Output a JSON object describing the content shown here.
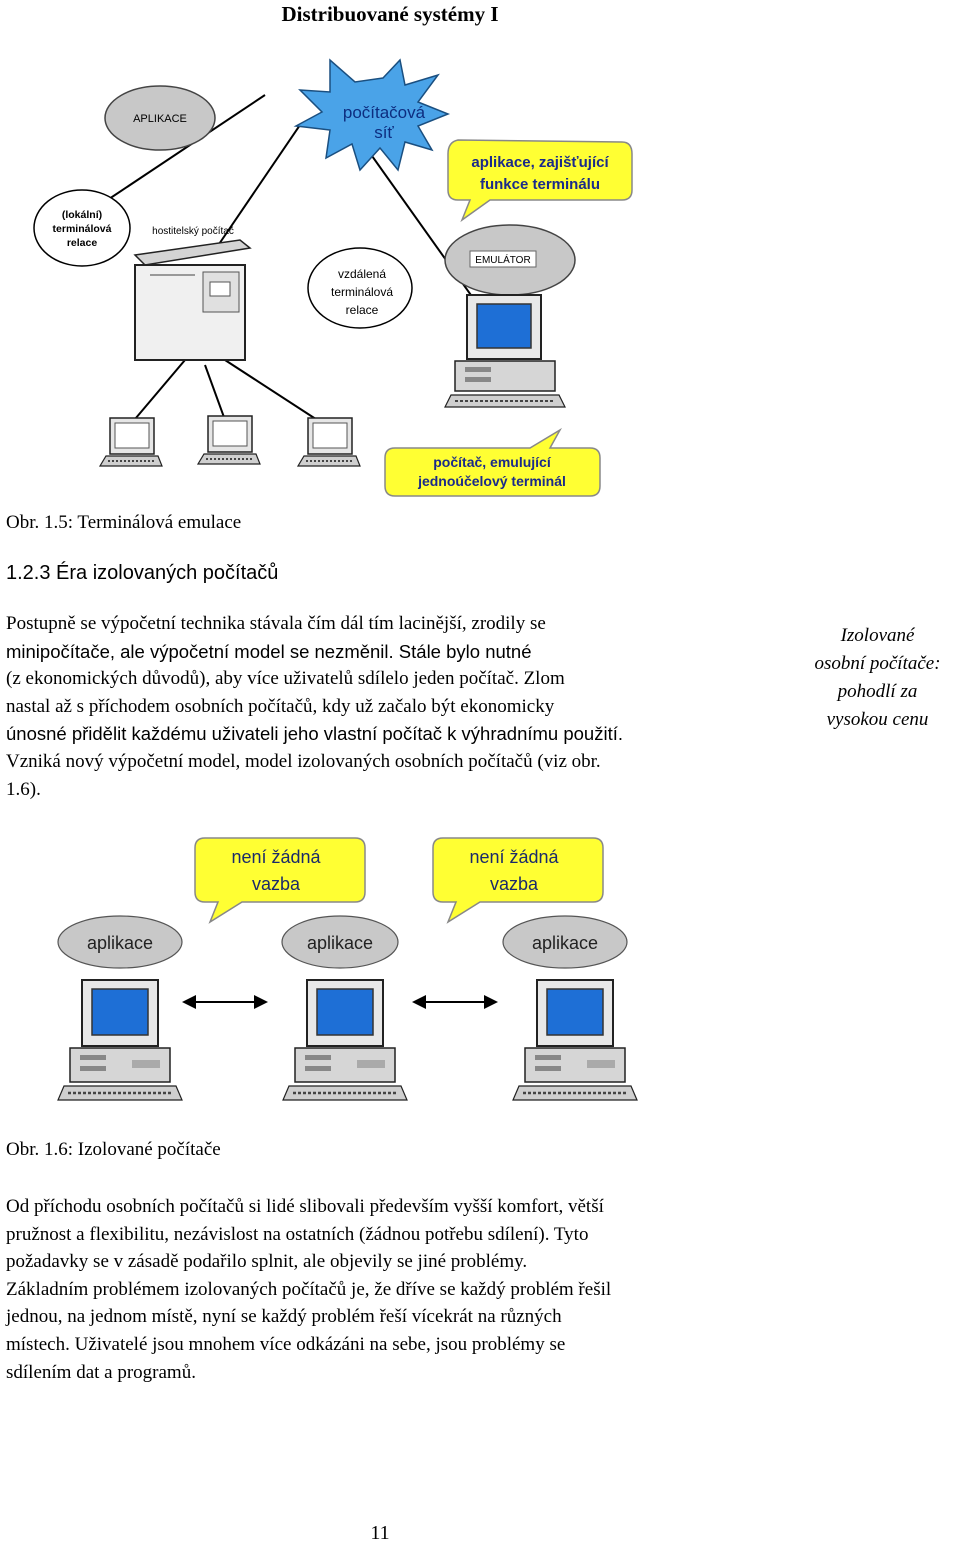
{
  "header": {
    "title": "Distribuované systémy I"
  },
  "figure1": {
    "labels": {
      "network": [
        "počítačová",
        "síť"
      ],
      "application": "APLIKACE",
      "local_session": [
        "(lokální)",
        "terminálová",
        "relace"
      ],
      "host_computer": "hostitelský počítač",
      "remote_session": [
        "vzdálená",
        "terminálová",
        "relace"
      ],
      "app_functions": [
        "aplikace, zajišťující",
        "funkce terminálu"
      ],
      "emulator": "EMULÁTOR",
      "emulating_pc": [
        "počítač, emulující",
        "jednoúčelový terminál"
      ]
    },
    "caption": "Obr. 1.5: Terminálová emulace"
  },
  "section": {
    "heading": "1.2.3   Éra izolovaných počítačů",
    "paragraph_lines": [
      "Postupně se výpočetní technika stávala čím dál tím lacinější, zrodily se",
      "minipočítače, ale výpočetní model se nezměnil. Stále bylo nutné",
      "(z ekonomických důvodů), aby více uživatelů sdílelo jeden počítač. Zlom",
      "nastal až s příchodem osobních počítačů, kdy už začalo být ekonomicky",
      "únosné přidělit každému uživateli jeho vlastní počítač k výhradnímu použití.",
      "Vzniká nový výpočetní model, model izolovaných osobních počítačů (viz obr.",
      "1.6)."
    ]
  },
  "margin_note": [
    "Izolované",
    "osobní počítače:",
    "pohodlí za",
    "vysokou cenu"
  ],
  "figure2": {
    "no_barrier": [
      "není žádná",
      "vazba"
    ],
    "application": "aplikace",
    "caption": "Obr. 1.6: Izolované počítače"
  },
  "closing": {
    "paragraph_lines": [
      "Od příchodu osobních počítačů si lidé slibovali především vyšší komfort, větší",
      "pružnost a flexibilitu, nezávislost na ostatních (žádnou potřebu sdílení). Tyto",
      "požadavky se v zásadě podařilo splnit, ale objevily se jiné problémy.",
      "Základním problémem izolovaných počítačů je, že dříve se každý problém řešil",
      "jednou, na jednom místě, nyní se každý problém řeší vícekrát na různých",
      "místech. Uživatelé jsou mnohem více odkázáni na sebe, jsou problémy se",
      "sdílením dat a programů."
    ]
  },
  "page_number": "11",
  "colors": {
    "cloud": "#4aa3e8",
    "bubble": "#ffff33",
    "screen": "#1e6fd6",
    "grey_cloud": "#c8c8c8"
  }
}
